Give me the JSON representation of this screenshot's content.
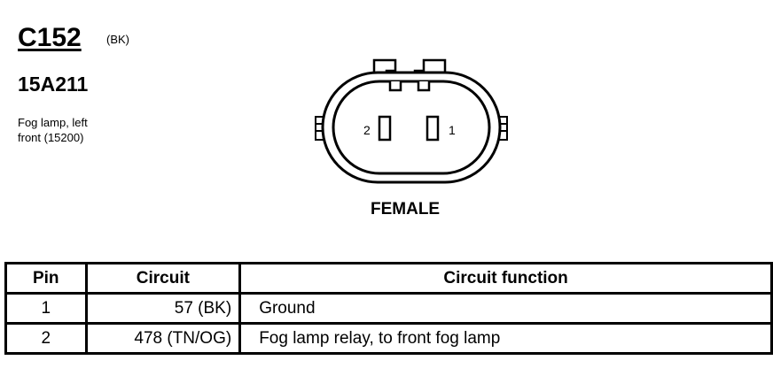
{
  "connector": {
    "id": "C152",
    "color": "(BK)",
    "part_number": "15A211",
    "description_line1": "Fog lamp, left",
    "description_line2": "front (15200)",
    "view_label": "FEMALE",
    "pin_left": "2",
    "pin_right": "1"
  },
  "table": {
    "headers": [
      "Pin",
      "Circuit",
      "Circuit function"
    ],
    "rows": [
      {
        "pin": "1",
        "circuit": "57 (BK)",
        "function": "Ground"
      },
      {
        "pin": "2",
        "circuit": "478 (TN/OG)",
        "function": "Fog lamp relay, to front fog lamp"
      }
    ]
  }
}
